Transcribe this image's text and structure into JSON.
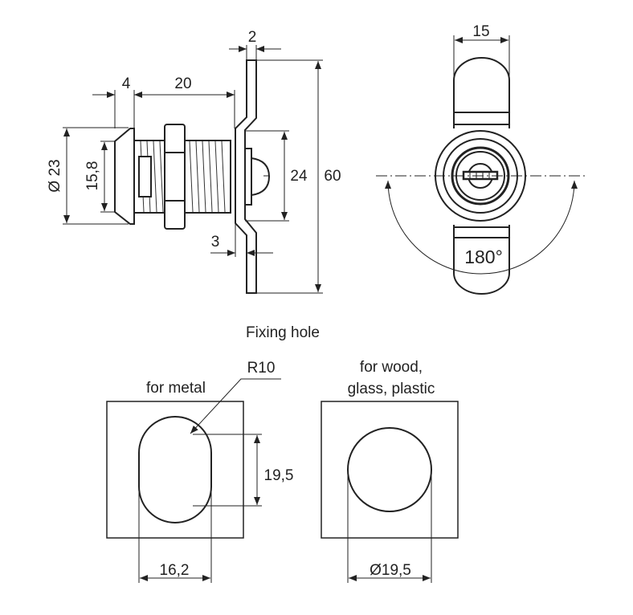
{
  "side_view": {
    "dim_bezel": "4",
    "dim_body_length": "20",
    "dim_plate_thickness": "2",
    "dim_outer_diameter": "Ø 23",
    "dim_inner_height": "15,8",
    "dim_offset_height": "24",
    "dim_plate_length": "60",
    "dim_offset": "3"
  },
  "front_view": {
    "dim_width": "15",
    "rotation_angle": "180°"
  },
  "fixing_hole": {
    "title": "Fixing hole",
    "metal": {
      "label": "for metal",
      "radius": "R10",
      "height": "19,5",
      "width": "16,2"
    },
    "wood": {
      "label_line1": "for wood,",
      "label_line2": "glass, plastic",
      "diameter": "Ø19,5"
    }
  }
}
